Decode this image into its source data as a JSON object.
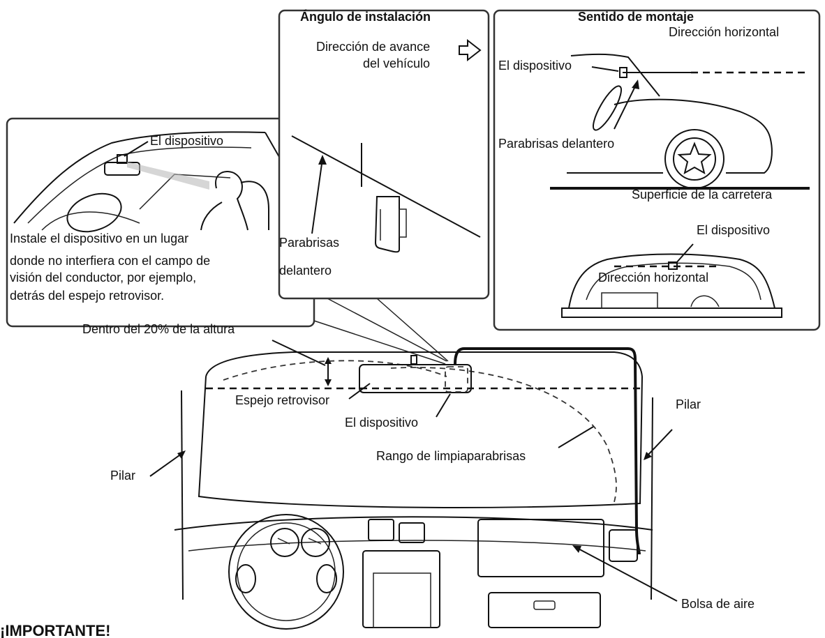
{
  "panels": {
    "angle": {
      "title": "Ángulo de instalación",
      "direction_line1": "Dirección de avance",
      "direction_line2": "del vehículo",
      "windshield_line1": "Parabrisas",
      "windshield_line2": "delantero"
    },
    "mounting": {
      "title": "Sentido de montaje",
      "horizontal_direction_top": "Dirección horizontal",
      "device": "El dispositivo",
      "front_windshield": "Parabrisas delantero",
      "road_surface": "Superficie de la carretera",
      "device_rear": "El dispositivo",
      "horizontal_direction_rear": "Dirección horizontal"
    },
    "interior": {
      "device": "El dispositivo",
      "instruction": [
        "Instale el dispositivo en un lugar",
        "donde no interfiera con el campo de",
        "visión del conductor, por ejemplo,",
        "detrás del espejo retrovisor."
      ]
    }
  },
  "main": {
    "height_note": "Dentro del 20% de la altura",
    "rearview_mirror": "Espejo retrovisor",
    "device": "El dispositivo",
    "wiper_range": "Rango de limpiaparabrisas",
    "pillar_left": "Pilar",
    "pillar_right": "Pilar",
    "airbag": "Bolsa de aire"
  },
  "footer": {
    "important": "¡IMPORTANTE!"
  }
}
